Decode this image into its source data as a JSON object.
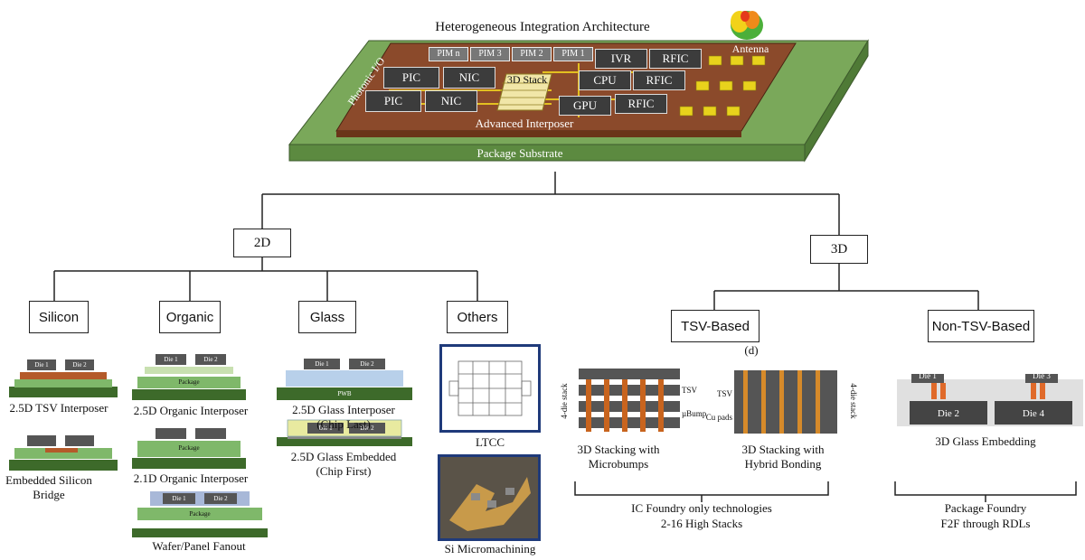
{
  "title": "Heterogeneous Integration Architecture",
  "top_figure": {
    "package_substrate": "Package Substrate",
    "advanced_interposer": "Advanced Interposer",
    "photonic_io": "Photonic I/O",
    "antenna": "Antenna",
    "stack_3d": "3D Stack",
    "chips": {
      "pim_n": "PIM n",
      "pim_3": "PIM 3",
      "pim_2": "PIM 2",
      "pim_1": "PIM 1",
      "pic_a": "PIC",
      "pic_b": "PIC",
      "nic_a": "NIC",
      "nic_b": "NIC",
      "ivr": "IVR",
      "cpu": "CPU",
      "gpu": "GPU",
      "rfic_a": "RFIC",
      "rfic_b": "RFIC",
      "rfic_c": "RFIC"
    }
  },
  "tree": {
    "level1": {
      "d2": "2D",
      "d3": "3D"
    },
    "d2_children": {
      "silicon": "Silicon",
      "organic": "Organic",
      "glass": "Glass",
      "others": "Others"
    },
    "d3_children": {
      "tsv": "TSV-Based",
      "non_tsv": "Non-TSV-Based"
    },
    "sub_label_d": "(d)"
  },
  "package_parts": {
    "die1": "Die 1",
    "die2": "Die 2",
    "die3": "Die 3",
    "die4": "Die 4",
    "package": "Package",
    "pwb": "PWB"
  },
  "captions": {
    "tsv_interposer": "2.5D TSV Interposer",
    "emib_1": "Embedded Silicon",
    "emib_2": "Bridge",
    "organic_interposer_25": "2.5D Organic Interposer",
    "organic_interposer_21": "2.1D Organic Interposer",
    "fanout": "Wafer/Panel Fanout",
    "glass_interposer_1": "2.5D Glass Interposer",
    "glass_interposer_2": "(Chip Last)",
    "glass_embedded_1": "2.5D Glass Embedded",
    "glass_embedded_2": "(Chip First)",
    "ltcc": "LTCC",
    "si_micro": "Si Micromachining",
    "stack_micro_1": "3D Stacking with",
    "stack_micro_2": "Microbumps",
    "stack_hybrid_1": "3D Stacking with",
    "stack_hybrid_2": "Hybrid Bonding",
    "glass_embedding": "3D Glass Embedding",
    "ic_foundry_1": "IC Foundry only technologies",
    "ic_foundry_2": "2-16 High Stacks",
    "pkg_foundry_1": "Package Foundry",
    "pkg_foundry_2": "F2F through RDLs"
  },
  "stack_labels": {
    "four_die_stack": "4-die stack",
    "tsv": "TSV",
    "ubump": "µBump",
    "cu_pads": "Cu pads"
  },
  "colors": {
    "substrate_green": "#6a9a4a",
    "interposer_brown": "#8b4a2b",
    "chip_dark": "#3c3c3c",
    "frame_blue": "#1f3a7a",
    "bump_orange": "#c8641e"
  }
}
